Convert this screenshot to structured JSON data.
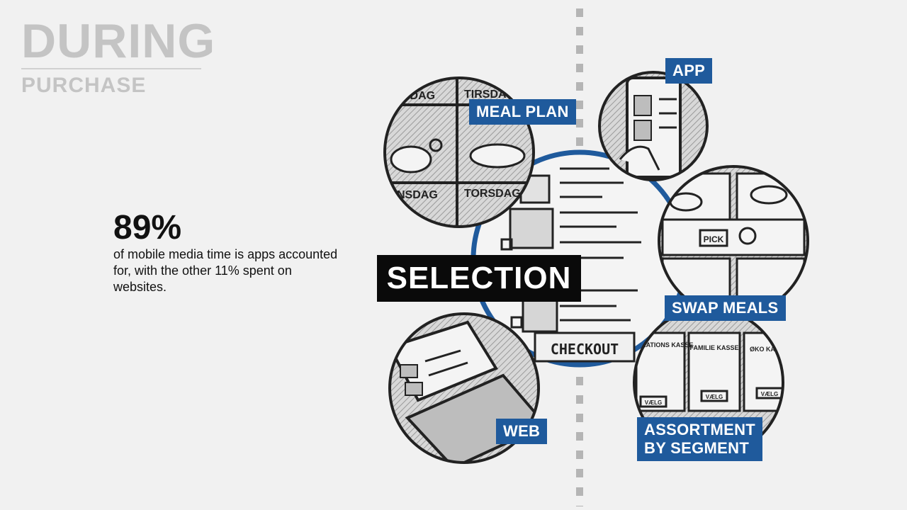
{
  "heading": {
    "title": "DURING",
    "subtitle": "PURCHASE"
  },
  "stat": {
    "value": "89%",
    "description": "of mobile media time is apps accounted for, with the other 11% spent on websites."
  },
  "center": {
    "label": "SELECTION",
    "button_text": "CHECKOUT"
  },
  "bubbles": {
    "meal_plan": {
      "label": "MEAL PLAN",
      "days": [
        "NDAG",
        "TIRSDA",
        "NSDAG",
        "TORSDAG"
      ]
    },
    "app": {
      "label": "APP"
    },
    "swap_meals": {
      "label": "SWAP MEALS",
      "pick": "PICK"
    },
    "web": {
      "label": "WEB"
    },
    "assortment": {
      "label_line1": "ASSORTMENT",
      "label_line2": "BY SEGMENT",
      "boxes": [
        "INSPIRATIONS KASSE",
        "FAMILIE KASSE",
        "ØKO KASSE"
      ],
      "button": "VÆLG"
    }
  },
  "colors": {
    "accent": "#1f5a9c",
    "heading": "#c4c4c4",
    "background": "#f1f1f1"
  }
}
